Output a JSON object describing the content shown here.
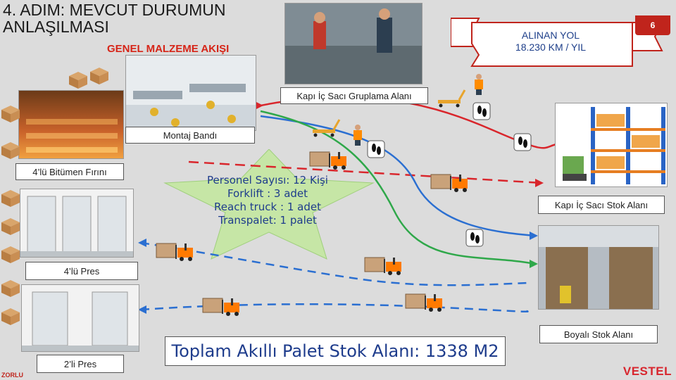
{
  "header": {
    "title_line1": "4. ADIM: MEVCUT DURUMUN",
    "title_line2": "ANLAŞILMASI",
    "subtitle": "GENEL MALZEME AKIŞI",
    "page_number": "6",
    "banner_line1": "ALINAN YOL",
    "banner_line2": "18.230 KM / YIL"
  },
  "areas": {
    "gruplama": "Kapı İç Sacı Gruplama Alanı",
    "montaj": "Montaj Bandı",
    "firin": "4’lü Bitümen Fırını",
    "stok": "Kapı İç Sacı Stok Alanı",
    "pres4": "4’lü Pres",
    "pres2": "2’li Pres",
    "boyali": "Boyalı Stok Alanı"
  },
  "summary": {
    "personel": "Personel Sayısı: 12 Kişi",
    "forklift": "Forklift : 3 adet",
    "reach": "Reach truck : 1 adet",
    "transpalet": "Transpalet: 1 palet"
  },
  "total": "Toplam Akıllı Palet Stok Alanı: 1338 M2",
  "brand": "VESTEL",
  "corp": "ZORLU",
  "colors": {
    "red": "#d9262c",
    "blue": "#2b6fd1",
    "green": "#2fa84a",
    "star": "#c6e6a6"
  },
  "icons": [
    "box-icon",
    "forklift-icon",
    "footprints-icon",
    "worker-icon",
    "pallet-jack-icon"
  ]
}
